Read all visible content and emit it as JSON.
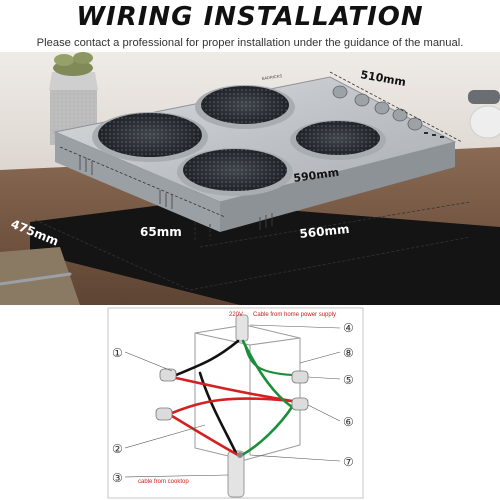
{
  "header": {
    "title": "WIRING INSTALLATION",
    "subtitle": "Please contact a professional for proper installation under the guidance of the manual."
  },
  "photo": {
    "dim_width_top": "510mm",
    "dim_depth_burner": "590mm",
    "dim_depth": "475mm",
    "dim_height": "65mm",
    "dim_width": "560mm",
    "brand": "BADRICKS",
    "colors": {
      "steel": "#c9ccd0",
      "burner": "#2a2d32",
      "counter": "#7a5b45",
      "backwall": "#e9e4df"
    }
  },
  "diagram": {
    "voltage": "220V",
    "supply_label": "Cable from home power supply",
    "cooktop_label": "cable from cooktop",
    "callouts": [
      "①",
      "②",
      "③",
      "④",
      "⑤",
      "⑥",
      "⑦",
      "⑧"
    ],
    "wire_colors": {
      "live": "#d42020",
      "neutral": "#111111",
      "ground": "#1a8f3a",
      "label": "#cc1d1d"
    }
  }
}
